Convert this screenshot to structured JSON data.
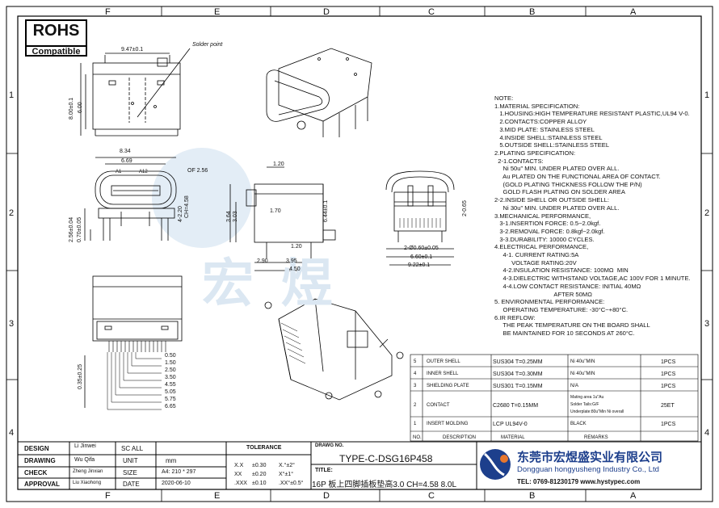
{
  "zones": {
    "top": [
      "F",
      "E",
      "D",
      "C",
      "B",
      "A"
    ],
    "side": [
      "1",
      "2",
      "3",
      "4"
    ]
  },
  "rohs": {
    "title": "ROHS",
    "subtitle": "Compatible"
  },
  "callouts": {
    "solder_point": "Solder point",
    "dims": [
      "9.47±0.1",
      "8.00±0.1",
      "6.00",
      "8.34",
      "6.69",
      "A1",
      "A12",
      "OF 2.56",
      "2.56±0.04",
      "0.70±0.05",
      "1.20",
      "1.70",
      "3.64",
      "3.03",
      "6.44±0.1",
      "CH=4.58",
      "4-2.20",
      "1.20",
      "2.90",
      "3.95",
      "4.50",
      "2-Ø0.60±0.05",
      "6.60±0.1",
      "9.22±0.1",
      "2-0.65",
      "0.50",
      "1.50",
      "2.50",
      "3.50",
      "4.55",
      "5.05",
      "5.75",
      "6.65",
      "0.35±0.25"
    ]
  },
  "notes": [
    "NOTE:",
    "1.MATERIAL SPECIFICATION:",
    "   1.HOUSING:HIGH TEMPERATURE RESISTANT PLASTIC,UL94 V-0.",
    "   2.CONTACTS:COPPER ALLOY",
    "   3.MID PLATE: STAINLESS STEEL",
    "   4.INSIDE SHELL:STAINLESS STEEL",
    "   5.OUTSIDE SHELL:STAINLESS STEEL",
    "2.PLATING SPECIFICATION:",
    "  2-1.CONTACTS:",
    "     Ni 50u\" MIN. UNDER PLATED OVER ALL.",
    "     Au PLATED ON THE FUNCTIONAL AREA OF CONTACT.",
    "     (GOLD PLATING THICKNESS FOLLOW THE P/N)",
    "     GOLD FLASH PLATING ON SOLDER AREA",
    "2-2.INSIDE SHELL OR OUTSIDE SHELL:",
    "     Ni 30u\" MIN. UNDER PLATED OVER ALL.",
    "3.MECHANICAL PERFORMANCE,",
    "   3-1.INSERTION FORCE: 0.5~2.0kgf.",
    "   3-2.REMOVAL FORCE: 0.8kgf~2.0kgf.",
    "   3-3.DURABILITY: 10000 CYCLES.",
    "4.ELECTRICAL PERFORMANCE,",
    "     4-1. CURRENT RATING:5A",
    "          VOLTAGE RATING:20V",
    "     4-2.INSULATION RESISTANCE: 100MΩ  MIN",
    "     4-3.DIELECTRIC WITHSTAND VOLTAGE,AC 100V FOR 1 MINUTE.",
    "     4-4.LOW CONTACT RESISTANCE: INITIAL 40MΩ",
    "                                   AFTER 50MΩ",
    "5. ENVIRONMENTAL PERFORMANCE:",
    "     OPERATING TEMPERATURE: -30°C~+80°C.",
    "6.IR REFLOW:",
    "     THE PEAK TEMPERATURE ON THE BOARD SHALL",
    "     BE MAINTAINED FOR 10 SECONDS AT 260°C."
  ],
  "bom": {
    "rows": [
      {
        "no": "5",
        "desc": "OUTER SHELL",
        "material": "SUS304 T=0.25MM",
        "finish": "Ni 40u\"MIN",
        "qty": "1PCS"
      },
      {
        "no": "4",
        "desc": "INNER SHELL",
        "material": "SUS304 T=0.30MM",
        "finish": "Ni 40u\"MIN",
        "qty": "1PCS"
      },
      {
        "no": "3",
        "desc": "SHIELDING PLATE",
        "material": "SUS301 T=0.15MM",
        "finish": "N/A",
        "qty": "1PCS"
      },
      {
        "no": "2",
        "desc": "CONTACT",
        "material": "C2680 T=0.15MM",
        "finish": "Mating area 1u\"Au|Solder Tails:G/F|Underplate:80u\"Min Ni overall",
        "qty": "25ET"
      },
      {
        "no": "1",
        "desc": "INSERT MOLDING",
        "material": "LCP UL94V-0",
        "finish": "BLACK",
        "qty": "1PCS"
      }
    ],
    "header": {
      "no": "NO.",
      "desc": "DESCRIPTION",
      "material": "MATERIAL",
      "remarks": "REMARKS"
    }
  },
  "title_block": {
    "design_label": "DESIGN",
    "design_name": "Li Jinwei",
    "drawing_label": "DRAWING",
    "drawing_name": "Wu Qifa",
    "check_label": "CHECK",
    "check_name": "Zheng Jinxian",
    "approval_label": "APPROVAL",
    "approval_name": "Liu Xiaohong",
    "scale_label": "SC ALL",
    "unit_label": "UNIT",
    "unit_value": "mm",
    "size_label": "SIZE",
    "size_value": "A4: 210 * 297",
    "date_label": "DATE",
    "date_value": "2020-06-10",
    "tolerance_label": "TOLERANCE",
    "tol_rows": [
      [
        "X.X",
        "±0.30",
        "X.°±2°"
      ],
      [
        "XX",
        "±0.20",
        "X°±1°"
      ],
      [
        ".XXX",
        "±0.10",
        ".XX°±0.5°"
      ]
    ],
    "drawing_no_label": "DRAWG NO.",
    "drawing_no": "TYPE-C-DSG16P458",
    "title_label": "TITLE:",
    "title_value": "16P 板上四脚插板垫高3.0 CH=4.58 8.0L"
  },
  "company": {
    "cn": "东莞市宏煜盛实业有限公司",
    "en": "Dongguan hongyusheng Industry Co., Ltd",
    "tel": "TEL: 0769-81230179  www.hystypec.com"
  },
  "colors": {
    "brand_blue": "#1d3f8c",
    "logo_orange": "#e8772e",
    "watermark": "#dbe7f2"
  }
}
